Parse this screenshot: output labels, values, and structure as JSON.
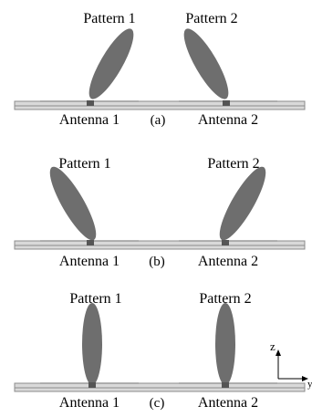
{
  "panels": [
    {
      "id": "a",
      "caption": "(a)",
      "pattern1_label": "Pattern 1",
      "pattern2_label": "Pattern 2",
      "antenna1_label": "Antenna 1",
      "antenna2_label": "Antenna 2"
    },
    {
      "id": "b",
      "caption": "(b)",
      "pattern1_label": "Pattern 1",
      "pattern2_label": "Pattern 2",
      "antenna1_label": "Antenna 1",
      "antenna2_label": "Antenna 2"
    },
    {
      "id": "c",
      "caption": "(c)",
      "pattern1_label": "Pattern 1",
      "pattern2_label": "Pattern 2",
      "antenna1_label": "Antenna 1",
      "antenna2_label": "Antenna 2"
    }
  ],
  "axes": {
    "z_label": "z",
    "y_label": "y"
  },
  "colors": {
    "pattern_fill": "#6e6e6e",
    "board_fill": "#d9d9d9",
    "board_stroke": "#8c8c8c",
    "feed_fill": "#555555"
  }
}
